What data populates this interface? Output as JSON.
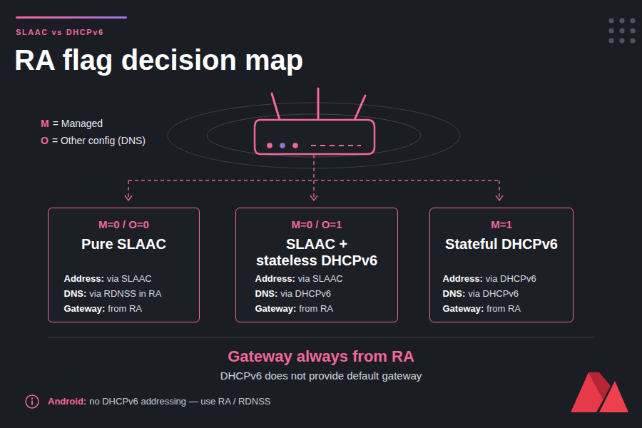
{
  "diagram": {
    "title": "RA flag decision map",
    "nodes": [
      {
        "text": [
          "M=0 / O=0",
          "Pure SLAAC",
          "Address:",
          "via SLAAC",
          "DNS:",
          "via RDNSS in RA",
          "Gateway:",
          "from RA"
        ]
      },
      {
        "text": [
          "M=0 / O=1",
          "SLAAC + stateless DHCPv6",
          "Address:",
          "via SLAAC",
          "DNS:",
          "via DHCPv6",
          "Gateway:",
          "from RA"
        ]
      },
      {
        "text": [
          "M=1",
          "Stateful DHCPv6",
          "Address:",
          "via DHCPv6",
          "DNS:",
          "via DHCPv6",
          "Gateway:",
          "from RA"
        ]
      }
    ],
    "labels": [
      "SLAAC vs DHCPv6",
      "M",
      "= Managed",
      "O",
      "= Other config (DNS)",
      "Gateway always from RA",
      "DHCPv6 does not provide default gateway",
      "Android:",
      "no DHCPv6 addressing — use RA / RDNSS"
    ]
  }
}
